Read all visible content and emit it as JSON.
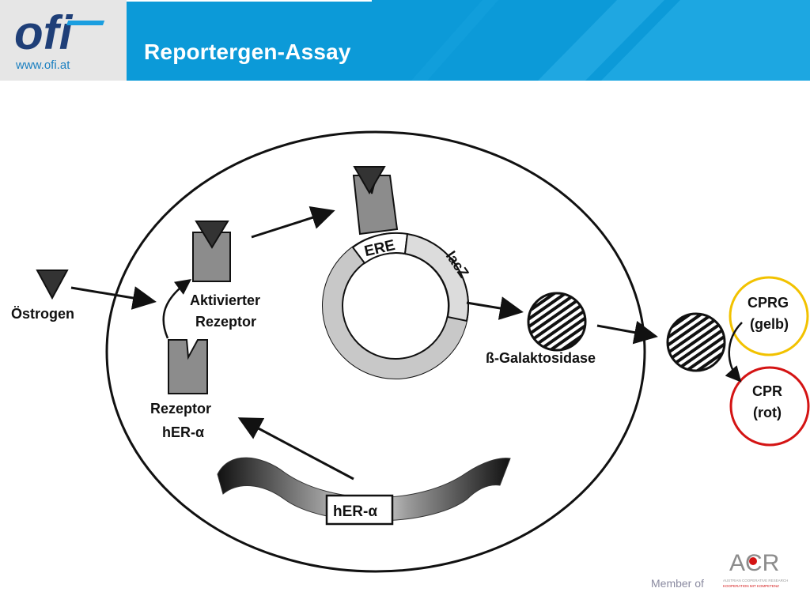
{
  "header": {
    "logo_text": "ofi",
    "website": "www.ofi.at",
    "title": "Reportergen-Assay"
  },
  "diagram": {
    "labels": {
      "estrogen": "Östrogen",
      "activated_receptor_line1": "Aktivierter",
      "activated_receptor_line2": "Rezeptor",
      "receptor_line1": "Rezeptor",
      "receptor_line2": "hER-α",
      "ere": "ERE",
      "lacz": "lacZ",
      "galactosidase": "ß-Galaktosidase",
      "mrna": "hER-α",
      "cprg_line1": "CPRG",
      "cprg_line2": "(gelb)",
      "cpr_line1": "CPR",
      "cpr_line2": "(rot)"
    },
    "colors": {
      "cprg_ring": "#f2c200",
      "cpr_ring": "#d41414",
      "receptor": "#8c8c8c",
      "plasmid": "#c8c8c8",
      "banner": "#0c9ad8"
    }
  },
  "footer": {
    "member_label": "Member of",
    "partner_logo_text": "ACR",
    "partner_tagline_1": "AUSTRIAN COOPERATIVE RESEARCH",
    "partner_tagline_2": "KOOPERATION MIT KOMPETENZ"
  }
}
